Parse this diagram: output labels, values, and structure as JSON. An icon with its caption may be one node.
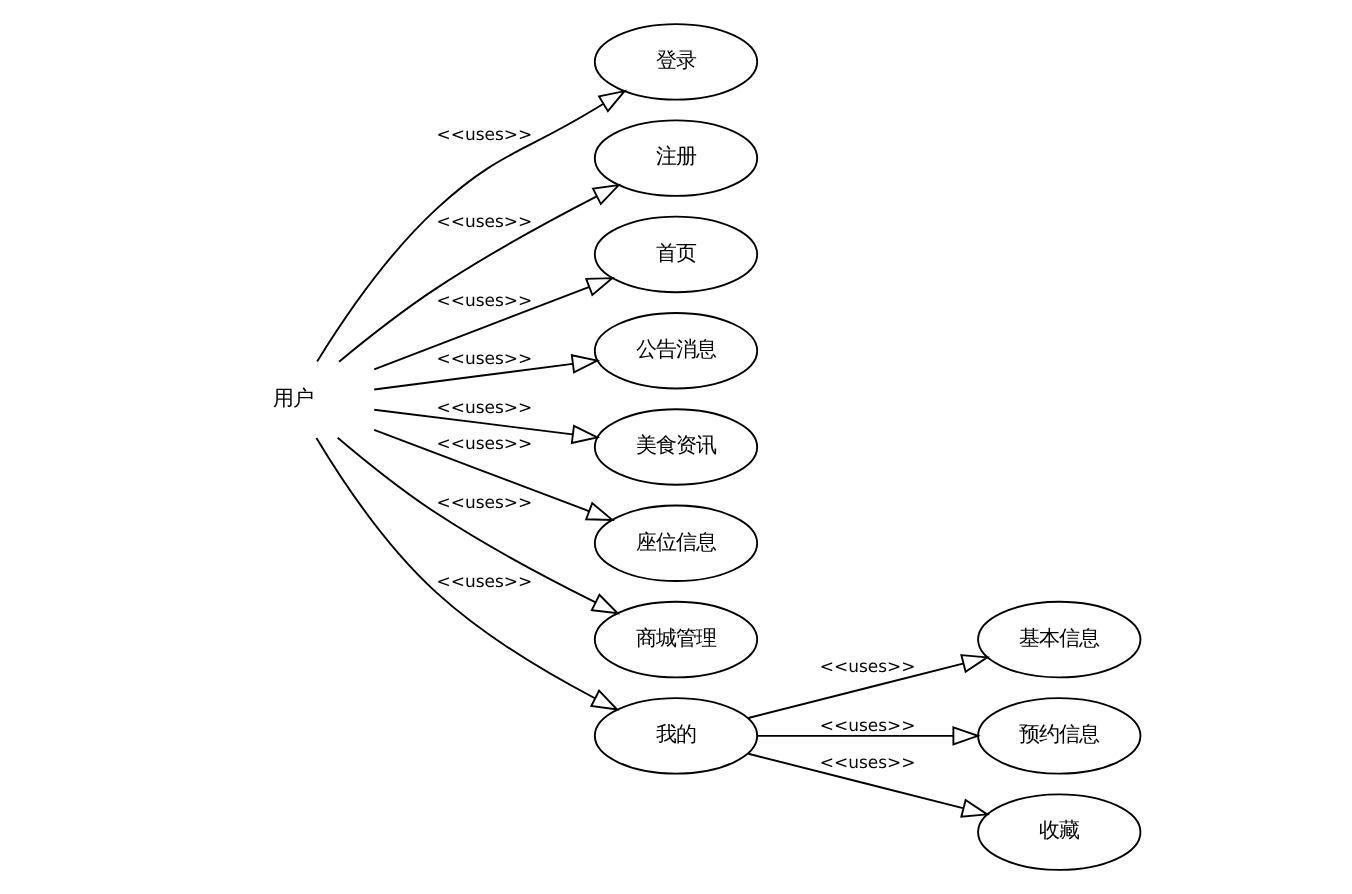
{
  "diagram": {
    "nodes": [
      {
        "text": [
          "用户"
        ]
      },
      {
        "text": [
          "登录"
        ]
      },
      {
        "text": [
          "注册"
        ]
      },
      {
        "text": [
          "首页"
        ]
      },
      {
        "text": [
          "公告消息"
        ]
      },
      {
        "text": [
          "美食资讯"
        ]
      },
      {
        "text": [
          "座位信息"
        ]
      },
      {
        "text": [
          "商城管理"
        ]
      },
      {
        "text": [
          "我的"
        ]
      },
      {
        "text": [
          "基本信息"
        ]
      },
      {
        "text": [
          "预约信息"
        ]
      },
      {
        "text": [
          "收藏"
        ]
      }
    ],
    "edges": [
      {
        "from": 0,
        "to": 1,
        "arrow": "to",
        "label": "<<uses>>"
      },
      {
        "from": 0,
        "to": 2,
        "arrow": "to",
        "label": "<<uses>>"
      },
      {
        "from": 0,
        "to": 3,
        "arrow": "to",
        "label": "<<uses>>"
      },
      {
        "from": 0,
        "to": 4,
        "arrow": "to",
        "label": "<<uses>>"
      },
      {
        "from": 0,
        "to": 5,
        "arrow": "to",
        "label": "<<uses>>"
      },
      {
        "from": 0,
        "to": 6,
        "arrow": "to",
        "label": "<<uses>>"
      },
      {
        "from": 0,
        "to": 7,
        "arrow": "to",
        "label": "<<uses>>"
      },
      {
        "from": 0,
        "to": 8,
        "arrow": "to",
        "label": "<<uses>>"
      },
      {
        "from": 8,
        "to": 9,
        "arrow": "to",
        "label": "<<uses>>"
      },
      {
        "from": 8,
        "to": 10,
        "arrow": "to",
        "label": "<<uses>>"
      },
      {
        "from": 8,
        "to": 11,
        "arrow": "to",
        "label": "<<uses>>"
      }
    ]
  }
}
